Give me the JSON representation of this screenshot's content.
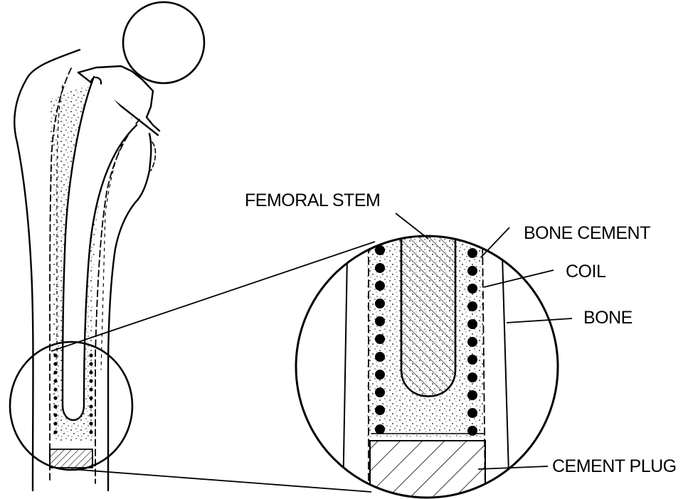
{
  "labels": {
    "femoral_stem": "FEMORAL STEM",
    "bone_cement": "BONE CEMENT",
    "coil": "COIL",
    "bone": "BONE",
    "cement_plug": "CEMENT PLUG"
  },
  "colors": {
    "ink": "#000000",
    "paper": "#ffffff"
  }
}
